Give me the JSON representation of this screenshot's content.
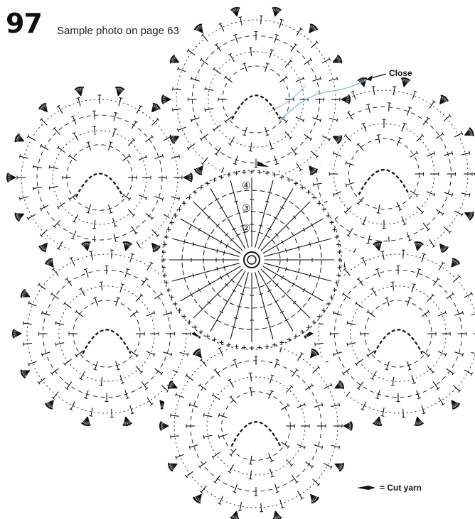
{
  "header": {
    "pattern_number": "97",
    "caption": "Sample photo on page 63"
  },
  "annotations": {
    "close_label": "Close",
    "round_markers": [
      "④",
      "③",
      "②"
    ]
  },
  "legend": {
    "cut_yarn_label": "= Cut yarn"
  },
  "colors": {
    "ink": "#111111",
    "join_line": "#7fb6d6"
  }
}
